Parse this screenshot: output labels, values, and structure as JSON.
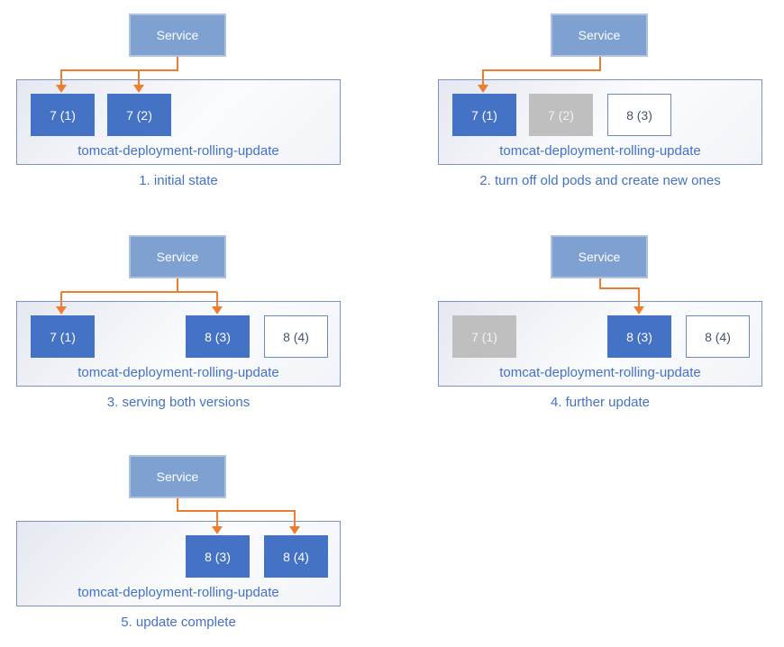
{
  "service_label": "Service",
  "deployment_label": "tomcat-deployment-rolling-update",
  "colors": {
    "service_fill": "#7EA1D1",
    "pod_running_fill": "#4472C4",
    "pod_terminating_fill": "#BFBFBF",
    "pod_starting_border": "#6C89C6",
    "arrow": "#ED7D31",
    "label_text": "#4472C4"
  },
  "panels": [
    {
      "caption": "1. initial state",
      "service_connects_to": [
        "7 (1)",
        "7 (2)"
      ],
      "pods": [
        {
          "label": "7 (1)",
          "state": "running"
        },
        {
          "label": "7 (2)",
          "state": "running"
        }
      ]
    },
    {
      "caption": "2. turn off old pods and create new ones",
      "service_connects_to": [
        "7 (1)"
      ],
      "pods": [
        {
          "label": "7 (1)",
          "state": "running"
        },
        {
          "label": "7 (2)",
          "state": "terminating"
        },
        {
          "label": "8 (3)",
          "state": "starting"
        }
      ]
    },
    {
      "caption": "3. serving both versions",
      "service_connects_to": [
        "7 (1)",
        "8 (3)"
      ],
      "pods": [
        {
          "label": "7 (1)",
          "state": "running"
        },
        {
          "label": "8 (3)",
          "state": "running"
        },
        {
          "label": "8 (4)",
          "state": "starting"
        }
      ]
    },
    {
      "caption": "4. further update",
      "service_connects_to": [
        "8 (3)"
      ],
      "pods": [
        {
          "label": "7 (1)",
          "state": "terminating"
        },
        {
          "label": "8 (3)",
          "state": "running"
        },
        {
          "label": "8 (4)",
          "state": "starting"
        }
      ]
    },
    {
      "caption": "5. update complete",
      "service_connects_to": [
        "8 (3)",
        "8 (4)"
      ],
      "pods": [
        {
          "label": "8 (3)",
          "state": "running"
        },
        {
          "label": "8 (4)",
          "state": "running"
        }
      ]
    }
  ]
}
